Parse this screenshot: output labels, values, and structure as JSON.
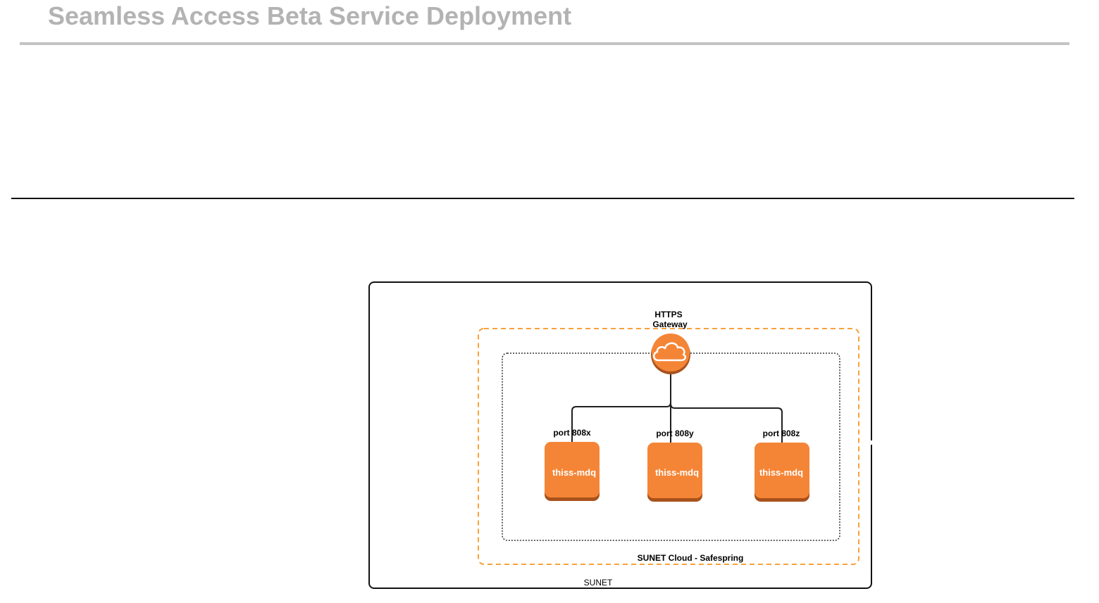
{
  "header": {
    "title": "Seamless Access Beta Service Deployment"
  },
  "diagram": {
    "outer_container_label": "SUNET",
    "cloud_container_label": "SUNET Cloud - Safespring",
    "gateway": {
      "label_line1": "HTTPS",
      "label_line2": "Gateway",
      "icon": "cloud-icon"
    },
    "services": [
      {
        "name": "thiss-mdq",
        "port": "port 808x"
      },
      {
        "name": "thiss-mdq",
        "port": "port 808y"
      },
      {
        "name": "thiss-mdq",
        "port": "port 808z"
      }
    ],
    "colors": {
      "service_fill": "#f58536",
      "service_shadow": "#a8521c",
      "cloud_border": "#f7a23a",
      "title_gray": "#b3b3b3"
    }
  }
}
